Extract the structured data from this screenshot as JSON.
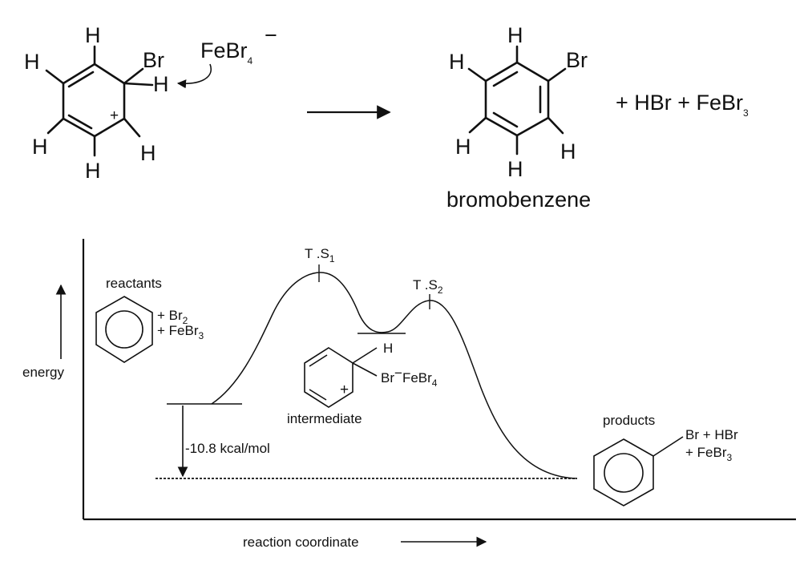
{
  "reaction": {
    "sigma_complex": {
      "h_top": "H",
      "h_left": "H",
      "h_bottom_left": "H",
      "h_bottom": "H",
      "h_bottom_right": "H",
      "h_sp3": "H",
      "br": "Br",
      "plus": "+"
    },
    "base": {
      "formula": "FeBr",
      "subscript": "4",
      "charge": "−"
    },
    "product": {
      "h_top": "H",
      "h_left": "H",
      "h_bottom_left": "H",
      "h_bottom": "H",
      "h_bottom_right": "H",
      "br": "Br",
      "name": "bromobenzene"
    },
    "byproducts": {
      "prefix": "+ HBr + FeBr",
      "subscript": "3"
    }
  },
  "energy_diagram": {
    "y_axis_label": "energy",
    "x_axis_label": "reaction coordinate",
    "reactants": {
      "label": "reactants",
      "line1_prefix": "+ Br",
      "line1_subscript": "2",
      "line2_prefix": "+ FeBr",
      "line2_subscript": "3"
    },
    "ts1": {
      "label": "T .S",
      "subscript": "1"
    },
    "ts2": {
      "label": "T .S",
      "subscript": "2"
    },
    "intermediate": {
      "label": "intermediate",
      "h": "H",
      "plus": "+",
      "counterion_prefix": "Br",
      "counterion_charge": "−",
      "counterion_formula": "FeBr",
      "counterion_subscript": "4"
    },
    "products": {
      "label": "products",
      "line1": "Br + HBr",
      "line2_prefix": "+ FeBr",
      "line2_subscript": "3"
    },
    "delta_e": "-10.8 kcal/mol"
  }
}
